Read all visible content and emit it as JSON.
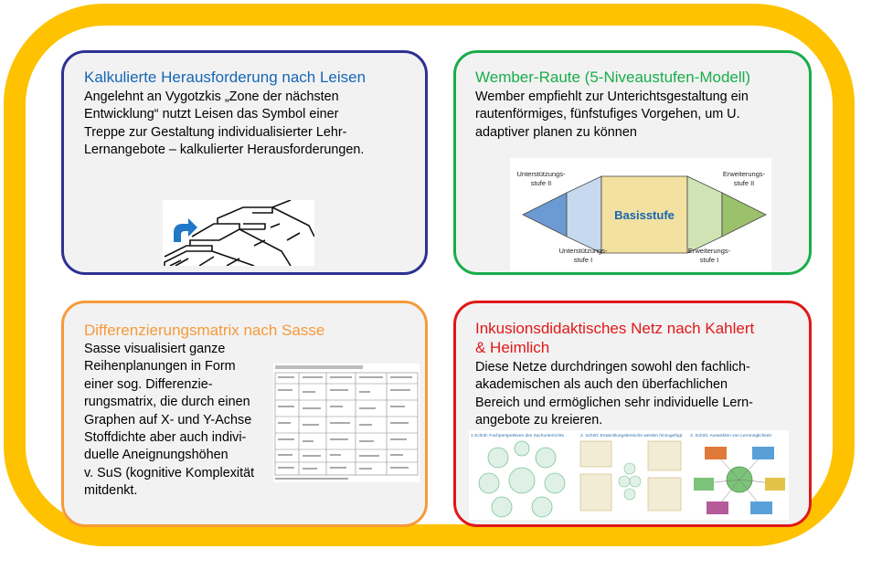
{
  "cards": {
    "leisen": {
      "title": "Kalkulierte Herausforderung nach Leisen",
      "lines": [
        "Angelehnt an Vygotzkis „Zone der nächsten",
        "Entwicklung“ nutzt Leisen das Symbol einer",
        "Treppe zur Gestaltung individualisierter Lehr-",
        "Lernangebote – kalkulierter Herausforderungen."
      ]
    },
    "wember": {
      "title": "Wember-Raute (5-Niveaustufen-Modell)",
      "lines": [
        "Wember empfiehlt zur Unterichtsgestaltung ein",
        "rautenförmiges, fünfstufiges Vorgehen, um U.",
        "adaptiver planen zu können"
      ],
      "diagram": {
        "center": "Basisstufe",
        "left_top": [
          "Unterstützungs-",
          "stufe II"
        ],
        "right_top": [
          "Erweiterungs-",
          "stufe II"
        ],
        "left_bottom": [
          "Unterstützungs-",
          "stufe I"
        ],
        "right_bottom": [
          "Erweiterungs-",
          "stufe I"
        ]
      }
    },
    "sasse": {
      "title": "Differenzierungsmatrix nach Sasse",
      "lines": [
        "Sasse visualisiert ganze",
        "Reihenplanungen in Form",
        "einer sog. Differenzie-",
        "rungsmatrix, die durch einen",
        "Graphen auf X- und Y-Achse",
        "Stoffdichte aber auch indivi-",
        "duelle Aneignungshöhen",
        "v. SuS (kognitive Komplexität",
        " mitdenkt."
      ]
    },
    "kahlert": {
      "title_lines": [
        "Inkusionsdidaktisches Netz nach Kahlert",
        "& Heimlich"
      ],
      "lines": [
        "Diese  Netze durchdringen sowohl den fachlich-",
        "akademischen als auch den überfachlichen",
        "Bereich und ermöglichen sehr individuelle Lern-",
        "angebote zu kreieren."
      ],
      "panels": [
        "1.Schritt: Fachperspektiven des Sachunterrichts",
        "2. Schritt: Entwicklungsbereiche werden hinzugefügt",
        "3. Schritt: Auswählen von Lernmöglichkeit"
      ]
    }
  },
  "colors": {
    "frame": "#fec200",
    "card_bg": "#f2f2f2",
    "leisen_border": "#2e3192",
    "leisen_title": "#1766b5",
    "wember": "#19ad4b",
    "sasse": "#f59a3a",
    "kahlert": "#e01818"
  },
  "icons": [
    "stairs-icon",
    "arrow-up-right-icon"
  ]
}
